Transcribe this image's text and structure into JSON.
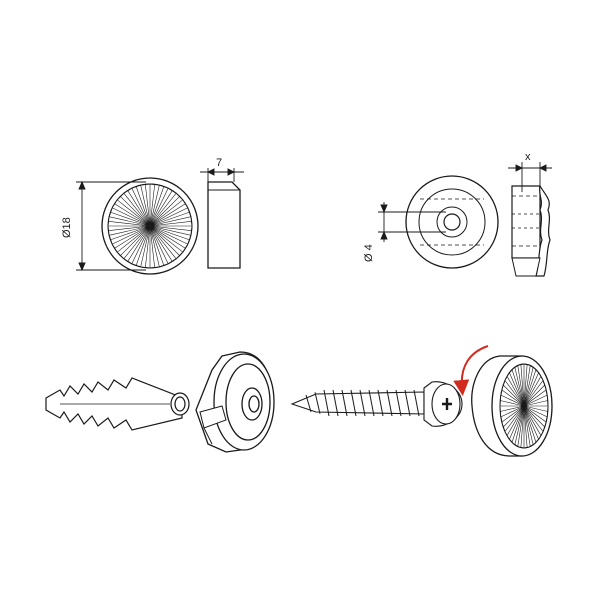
{
  "dimensions": {
    "cap_diameter": "Ø18",
    "cap_height": "7",
    "hole_diameter": "Ø 4",
    "recess_depth": "x"
  },
  "colors": {
    "line": "#1a1a1a",
    "arrow": "#d12a1f",
    "background": "#ffffff"
  },
  "icons": [
    "rosette-cap-icon",
    "washer-base-icon",
    "wall-plug-icon",
    "screw-icon",
    "rotate-arrow-icon"
  ]
}
